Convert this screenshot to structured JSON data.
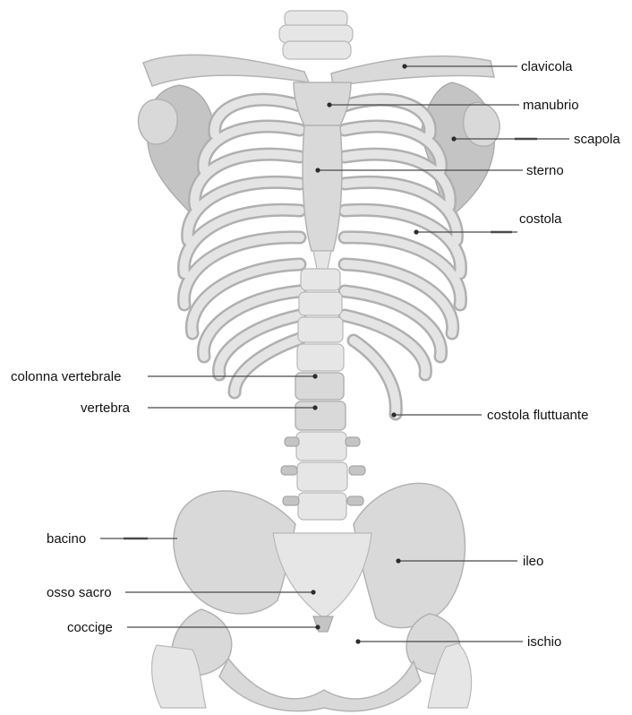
{
  "labels": {
    "clavicola": "clavicola",
    "manubrio": "manubrio",
    "scapola": "scapola",
    "sterno": "sterno",
    "costola": "costola",
    "colonna_vertebrale": "colonna vertebrale",
    "vertebra": "vertebra",
    "costola_fluttuante": "costola fluttuante",
    "bacino": "bacino",
    "ileo": "ileo",
    "osso_sacro": "osso sacro",
    "coccige": "coccige",
    "ischio": "ischio"
  }
}
